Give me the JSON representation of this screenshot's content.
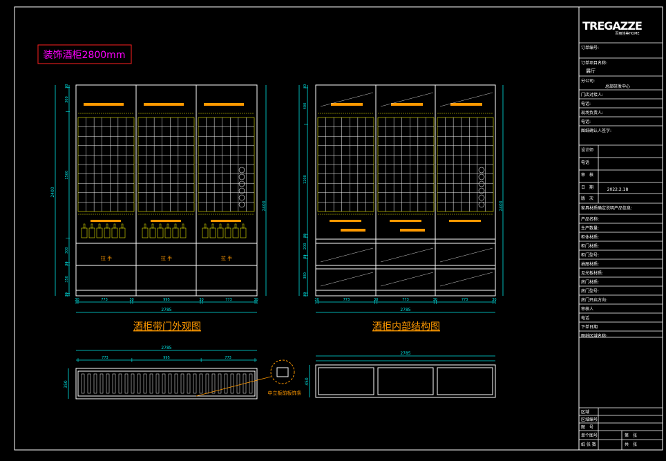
{
  "drawing": {
    "title_box": "装饰酒柜2800mm",
    "view_front_label": "酒柜带门外观图",
    "view_inner_label": "酒柜内部结构图",
    "callout_label": "中立板前板饰条",
    "handle_label": "拉 手",
    "front_top_dim": "2785",
    "front_width_dims": [
      "30",
      "773",
      "30",
      "995",
      "30",
      "773",
      "30"
    ],
    "inner_width_dims": [
      "30",
      "773",
      "30",
      "773",
      "30",
      "773",
      "30"
    ],
    "inner_total": "2785",
    "front_height_total": "2400",
    "front_right_height": "2400",
    "front_left_dims": [
      "30",
      "300",
      "1560",
      "300",
      "30",
      "350",
      "30"
    ],
    "inner_left_dims": [
      "30",
      "400",
      "1200",
      "30",
      "200",
      "30",
      "380",
      "30"
    ],
    "inner_right_dim": "2400",
    "plan_top_dims": [
      "773",
      "995",
      "773"
    ],
    "plan_total": "2785",
    "plan_depth": "350",
    "bottom_plan_total": "2785",
    "bottom_plan_depth": "450",
    "mini_tag": "2785"
  },
  "titleblock": {
    "logo": "TREGAZZE",
    "logo_sub": "百丽佳美HOME",
    "order_no_label": "订单编号:",
    "project_label": "订单项目名称:",
    "project_value": "展厅",
    "branch_label": "分公司:",
    "branch_value": "总部研发中心",
    "store_label": "门店对接人:",
    "tel1_label": "电话:",
    "site_label": "现场负责人:",
    "tel2_label": "电话:",
    "confirm_label": "图纸确认人签字:",
    "designer_label": "设计师",
    "designer_tel_label": "电话",
    "review_label": "审　核",
    "date_label": "日　期",
    "date_value": "2022.2.18",
    "revision_label": "版　次",
    "info_label": "家具材质确定说明产品信息:",
    "fields": [
      "产品名称:",
      "生产数量:",
      "柜体材质:",
      "柜门材质:",
      "柜门型号:",
      "抽屉材质:",
      "见光板材质:",
      "房门材质:",
      "房门型号:",
      "房门开启方向:",
      "审核人",
      "电话",
      "下单日期",
      "图纸区域名称:"
    ],
    "bottom_fields": [
      "区域",
      "区域编号",
      "图　号"
    ],
    "sheet_label": "单个图号",
    "sheet_count_label": "第　张",
    "sheet_total_label": "纸 张 数",
    "sheet_total_value": "共　张"
  },
  "colors": {
    "bg": "#000000",
    "line": "#ffffff",
    "dim": "#00e5e5",
    "orange": "#ff9900",
    "yellow": "#e6e600",
    "magenta": "#ff00ff",
    "title_box": "#ff2020"
  }
}
